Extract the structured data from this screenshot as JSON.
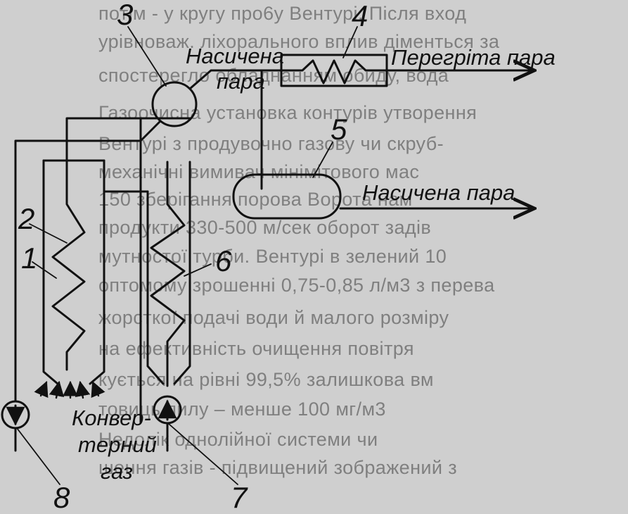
{
  "background_lines": [
    "потім - у кругу про6у Вентурі. Після вход",
    "урівноваж. ліхорального вплив діменться за",
    "спостерегло обладнанням обиду, вода",
    "Газоочисна установка контурів утворення",
    "Вентурі з продувочно газову чи скруб-",
    "механічні вимивач мінімітового мас",
    "150 зберігання порова Ворота нам",
    "продукти 330-500 м/сек оборот задів",
    "мутностої турби. Вентурі в зелений 10",
    "оптомому зрошенні 0,75-0,85 л/м3 з перева",
    "жорсткої подачі води й малого розміру",
    "на ефективність очищення повітря",
    "кується на рівні 99,5% залишкова вм",
    "товиць пилу – менше 100 мг/м3",
    "Недолік однолійної системи чи",
    "шення газів - підвищений зображений з"
  ],
  "labels": {
    "saturated_steam_top": [
      "Насичена",
      "пара"
    ],
    "superheated_steam": "Перегріта пара",
    "saturated_steam_right": "Насичена пара",
    "converter_gas": [
      "Конвер-",
      "терний",
      "газ"
    ]
  },
  "numbers": {
    "n1": "1",
    "n2": "2",
    "n3": "3",
    "n4": "4",
    "n5": "5",
    "n6": "6",
    "n7": "7",
    "n8": "8"
  }
}
